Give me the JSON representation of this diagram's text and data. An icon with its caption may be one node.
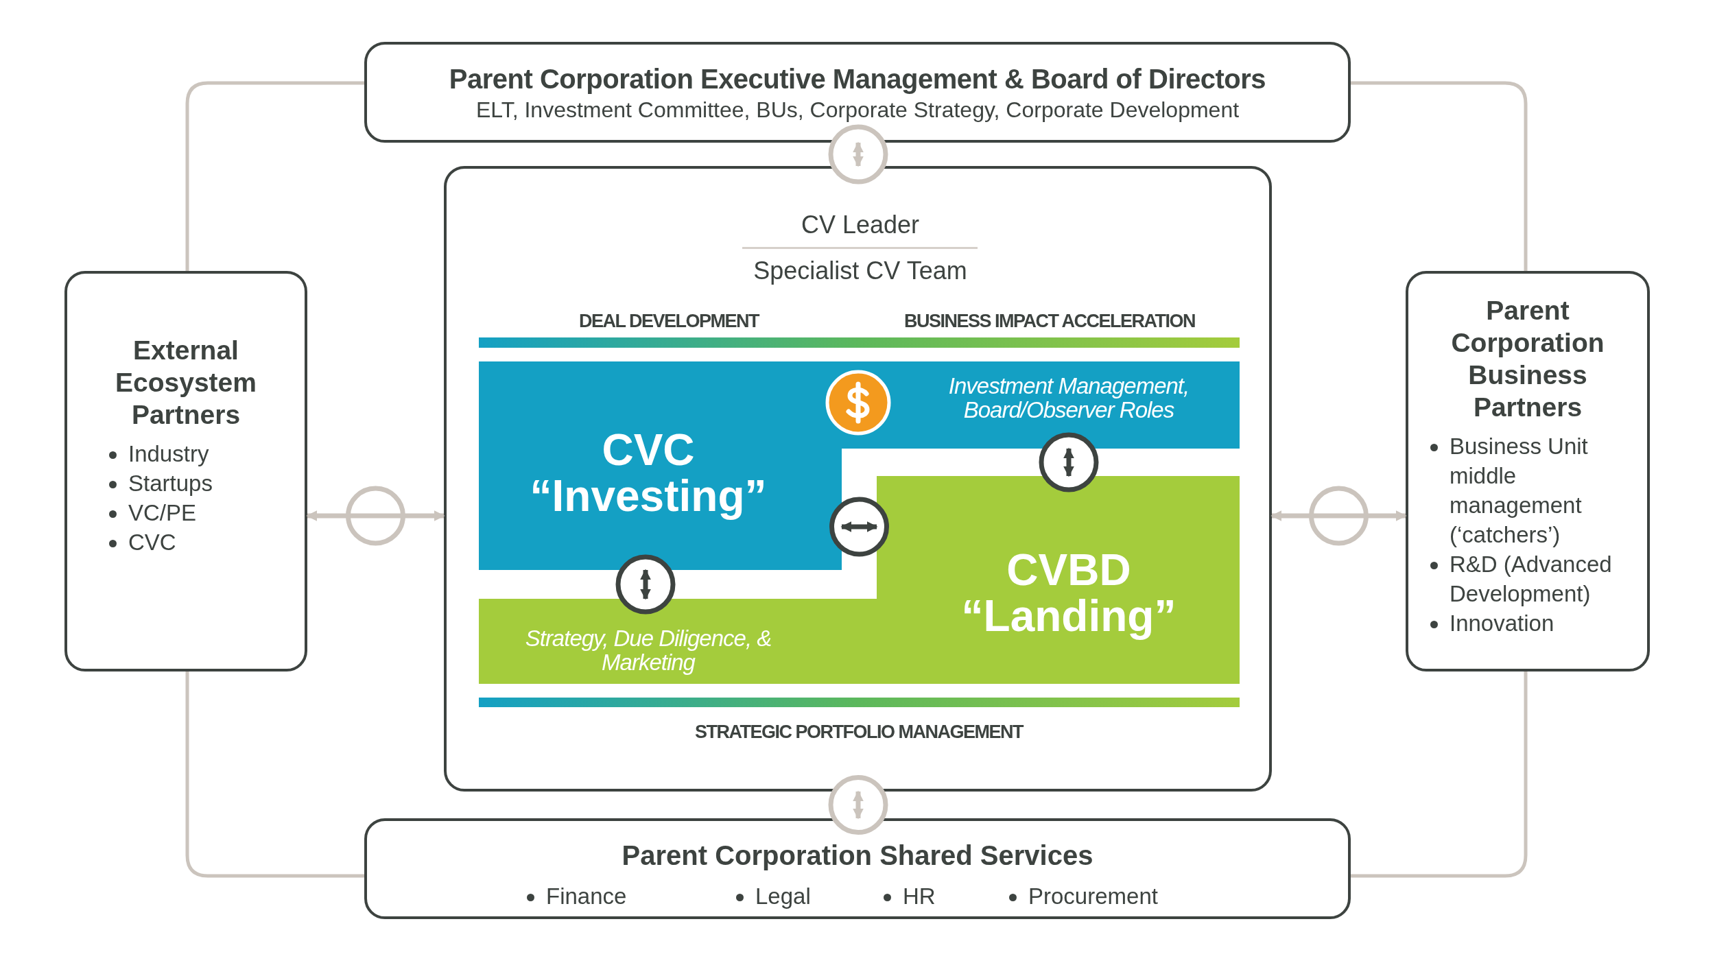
{
  "diagram": {
    "nodes": [
      {
        "text": [
          "Parent Corporation Executive Management & Board of Directors",
          "ELT, Investment Committee, BUs, Corporate Strategy, Corporate Development"
        ]
      },
      {
        "text": [
          "External Ecosystem Partners",
          "Industry",
          "Startups",
          "VC/PE",
          "CVC"
        ]
      },
      {
        "text": [
          "CV Leader",
          "Specialist CV Team"
        ]
      },
      {
        "text": [
          "CVC “Investing”",
          "Investment Management, Board/Observer Roles"
        ],
        "in": 2
      },
      {
        "text": [
          "CVBD “Landing”",
          "Strategy, Due Diligence, & Marketing"
        ],
        "in": 2
      },
      {
        "text": [
          "Parent Corporation Business Partners",
          "Business Unit middle management (‘catchers’)",
          "R&D (Advanced Development)",
          "Innovation"
        ]
      },
      {
        "text": [
          "Parent Corporation Shared Services",
          "Finance",
          "Legal",
          "HR",
          "Procurement"
        ]
      },
      {
        "text": [],
        "shape": "bar",
        "in": 2
      },
      {
        "text": [],
        "shape": "bar",
        "in": 2
      }
    ],
    "edges": [
      {
        "from": 0,
        "to": 2,
        "arrow": "both"
      },
      {
        "from": 1,
        "to": 2,
        "arrow": "both"
      },
      {
        "from": 2,
        "to": 5,
        "arrow": "both"
      },
      {
        "from": 2,
        "to": 6,
        "arrow": "both"
      },
      {
        "from": 3,
        "to": 4,
        "arrow": "both",
        "color": "#3d4340"
      },
      {
        "from": 3,
        "to": 4,
        "arrow": "both",
        "color": "#3d4340"
      },
      {
        "from": 3,
        "to": 4,
        "arrow": "both",
        "color": "#3d4340"
      },
      {
        "from": 0,
        "to": 1,
        "arrow": "none"
      },
      {
        "from": 0,
        "to": 5,
        "arrow": "none"
      },
      {
        "from": 1,
        "to": 6,
        "arrow": "none"
      },
      {
        "from": 5,
        "to": 6,
        "arrow": "none"
      }
    ],
    "labels": [
      "DEAL DEVELOPMENT",
      "BUSINESS IMPACT ACCELERATION",
      "STRATEGIC PORTFOLIO MANAGEMENT"
    ]
  }
}
